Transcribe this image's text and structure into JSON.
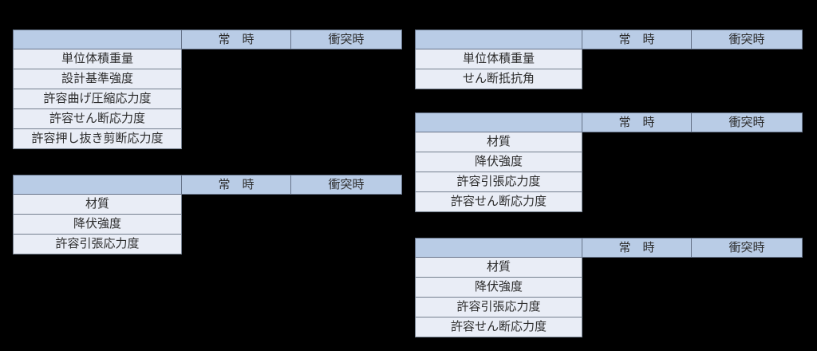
{
  "background": "#000000",
  "palette": {
    "header_fill": "#b9cce6",
    "label_fill": "#e9edf6",
    "border_color": "#75808f",
    "text_color": "#2d2d2d"
  },
  "column_headers": {
    "normal": "常　時",
    "collision": "衝突時"
  },
  "tables": [
    {
      "rows": [
        "単位体積重量",
        "設計基準強度",
        "許容曲げ圧縮応力度",
        "許容せん断応力度",
        "許容押し抜き剪断応力度"
      ]
    },
    {
      "rows": [
        "単位体積重量",
        "せん断抵抗角"
      ]
    },
    {
      "rows": [
        "材質",
        "降伏強度",
        "許容引張応力度",
        "許容せん断応力度"
      ]
    },
    {
      "rows": [
        "材質",
        "降伏強度",
        "許容引張応力度"
      ]
    },
    {
      "rows": [
        "材質",
        "降伏強度",
        "許容引張応力度",
        "許容せん断応力度"
      ]
    }
  ]
}
